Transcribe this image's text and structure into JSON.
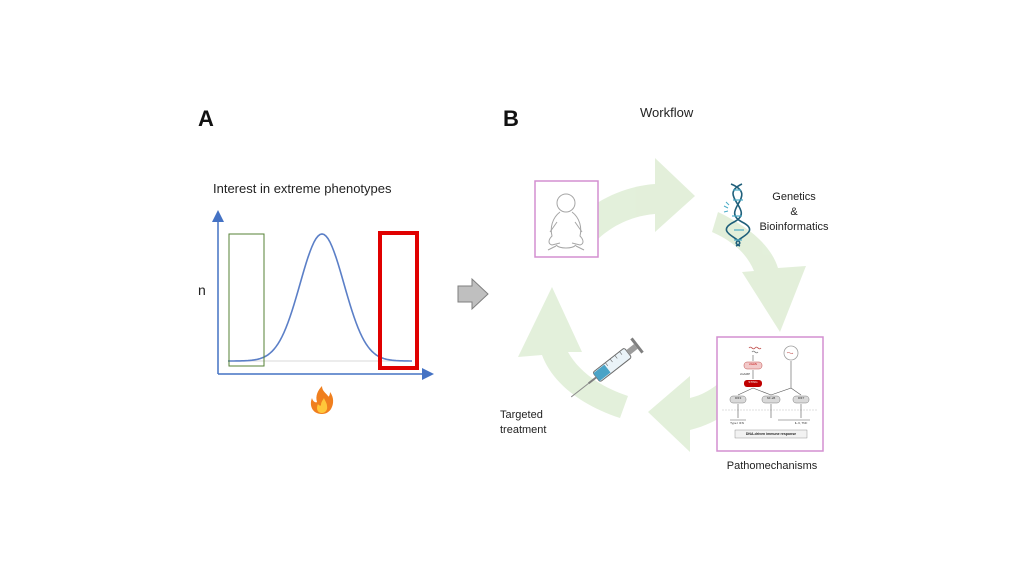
{
  "panel_a": {
    "label": "A",
    "title": "Interest in extreme phenotypes",
    "y_axis_label": "n",
    "x_axis_icon": "fire-icon",
    "colors": {
      "axis": "#4472c4",
      "curve": "#5b7fc7",
      "left_box": "#548235",
      "right_box": "#e00000"
    }
  },
  "arrow": {
    "icon": "right-arrow-icon",
    "color": "#bfbfbf"
  },
  "panel_b": {
    "label": "B",
    "title": "Workflow",
    "cycle_color": "#e2efd9",
    "steps": [
      {
        "icon": "baby-icon",
        "label": ""
      },
      {
        "icon": "dna-icon",
        "label_lines": [
          "Genetics",
          "&",
          "Bioinformatics"
        ]
      },
      {
        "icon": "pathway-diagram-icon",
        "label": "Pathomechanisms"
      },
      {
        "icon": "syringe-icon",
        "label_lines": [
          "Targeted",
          "treatment"
        ]
      }
    ],
    "pathway": {
      "nodes": [
        "cGAS",
        "cGAMP",
        "STING",
        "IRF3",
        "NF-κB",
        "IRF7"
      ],
      "outputs": [
        "Type I IFN",
        "IL-6, TNF"
      ],
      "response": "DNA-driven immune response"
    }
  }
}
